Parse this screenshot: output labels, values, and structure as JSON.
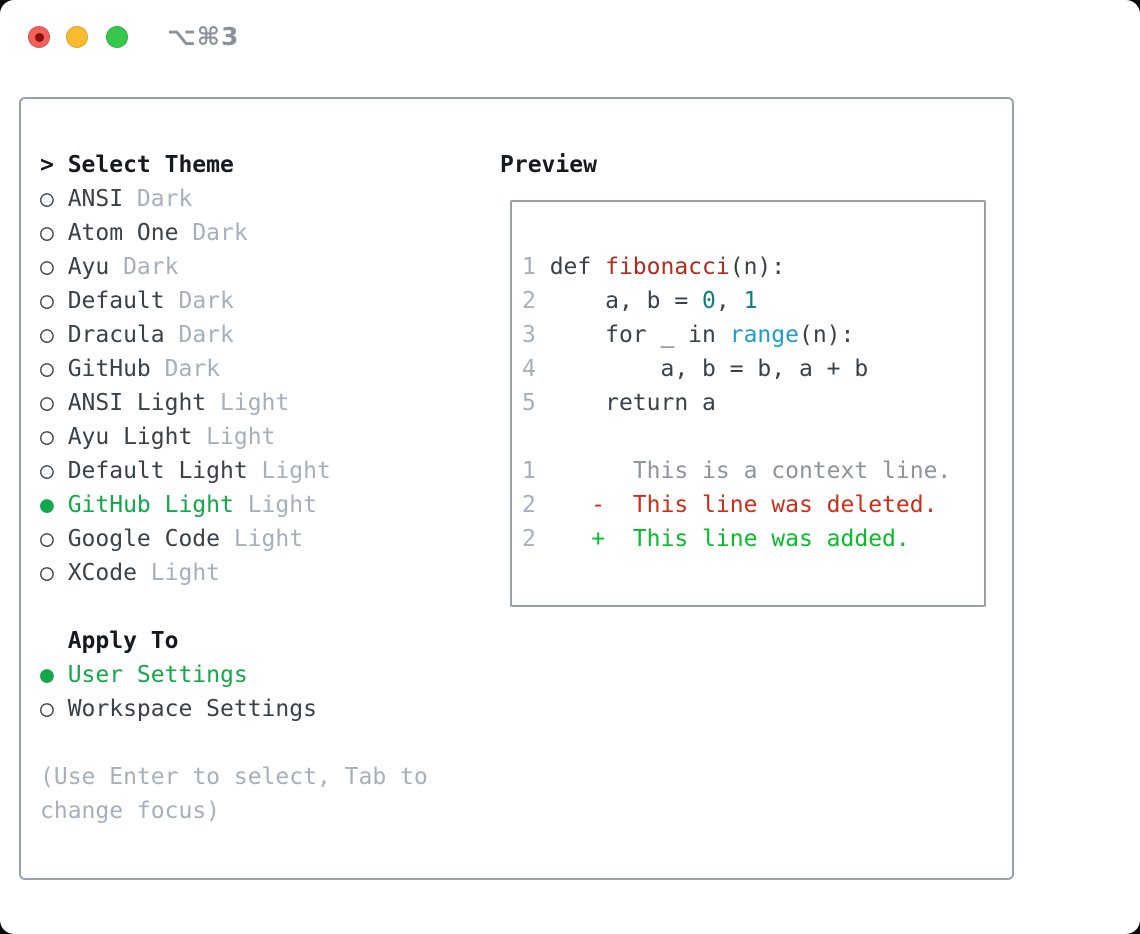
{
  "window": {
    "shortcut_label": "⌥⌘3"
  },
  "theme_panel": {
    "header": {
      "prompt": ">",
      "title": "Select Theme"
    },
    "markers": {
      "selected": "●",
      "unselected": "○"
    },
    "themes": [
      {
        "name": "ANSI",
        "variant": "Dark",
        "selected": false
      },
      {
        "name": "Atom One",
        "variant": "Dark",
        "selected": false
      },
      {
        "name": "Ayu",
        "variant": "Dark",
        "selected": false
      },
      {
        "name": "Default",
        "variant": "Dark",
        "selected": false
      },
      {
        "name": "Dracula",
        "variant": "Dark",
        "selected": false
      },
      {
        "name": "GitHub",
        "variant": "Dark",
        "selected": false
      },
      {
        "name": "ANSI Light",
        "variant": "Light",
        "selected": false
      },
      {
        "name": "Ayu Light",
        "variant": "Light",
        "selected": false
      },
      {
        "name": "Default Light",
        "variant": "Light",
        "selected": false
      },
      {
        "name": "GitHub Light",
        "variant": "Light",
        "selected": true
      },
      {
        "name": "Google Code",
        "variant": "Light",
        "selected": false
      },
      {
        "name": "XCode",
        "variant": "Light",
        "selected": false
      }
    ],
    "apply_to": {
      "title": "Apply To",
      "options": [
        {
          "label": "User Settings",
          "selected": true
        },
        {
          "label": "Workspace Settings",
          "selected": false
        }
      ]
    },
    "hint_lines": [
      "(Use Enter to select, Tab to",
      "change focus)"
    ]
  },
  "preview": {
    "title": "Preview",
    "code_lines": [
      [
        [
          "1 ",
          "ln"
        ],
        [
          "def ",
          "code"
        ],
        [
          "fibonacci",
          "func"
        ],
        [
          "(n):",
          "code"
        ]
      ],
      [
        [
          "2 ",
          "ln"
        ],
        [
          "    a, b = ",
          "code"
        ],
        [
          "0",
          "num"
        ],
        [
          ", ",
          "code"
        ],
        [
          "1",
          "num"
        ]
      ],
      [
        [
          "3 ",
          "ln"
        ],
        [
          "    for _ in ",
          "code"
        ],
        [
          "range",
          "builtin"
        ],
        [
          "(n):",
          "code"
        ]
      ],
      [
        [
          "4 ",
          "ln"
        ],
        [
          "        a, b = b, a + b",
          "code"
        ]
      ],
      [
        [
          "5 ",
          "ln"
        ],
        [
          "    return a",
          "code"
        ]
      ],
      [],
      [
        [
          "1 ",
          "ln"
        ],
        [
          "      This is a context line.",
          "context"
        ]
      ],
      [
        [
          "2 ",
          "ln"
        ],
        [
          "   ",
          "code"
        ],
        [
          "-  This line was deleted.",
          "removed"
        ]
      ],
      [
        [
          "2 ",
          "ln"
        ],
        [
          "   ",
          "code"
        ],
        [
          "+  This line was added.",
          "added"
        ]
      ]
    ]
  },
  "colors": {
    "window_bg": "#ffffff",
    "heading": "#16191d",
    "text_dark": "#3a4149",
    "muted": "#a7b0ba",
    "accent_green": "#12a74a",
    "panel_border": "#99a1ab",
    "line_number": "#a7b0ba",
    "code_text": "#3a4149",
    "function_red": "#b42b1c",
    "number_teal": "#0f7f7a",
    "builtin_blue": "#1f9ccf",
    "context_gray": "#8d949b",
    "removed_red": "#ce2d1a",
    "added_green": "#06bd2a",
    "traffic_red": "#f2605a",
    "traffic_red_dot": "#8b1209",
    "traffic_yellow": "#f9bc31",
    "traffic_green": "#36c74a",
    "shortcut_gray": "#8c9299"
  }
}
